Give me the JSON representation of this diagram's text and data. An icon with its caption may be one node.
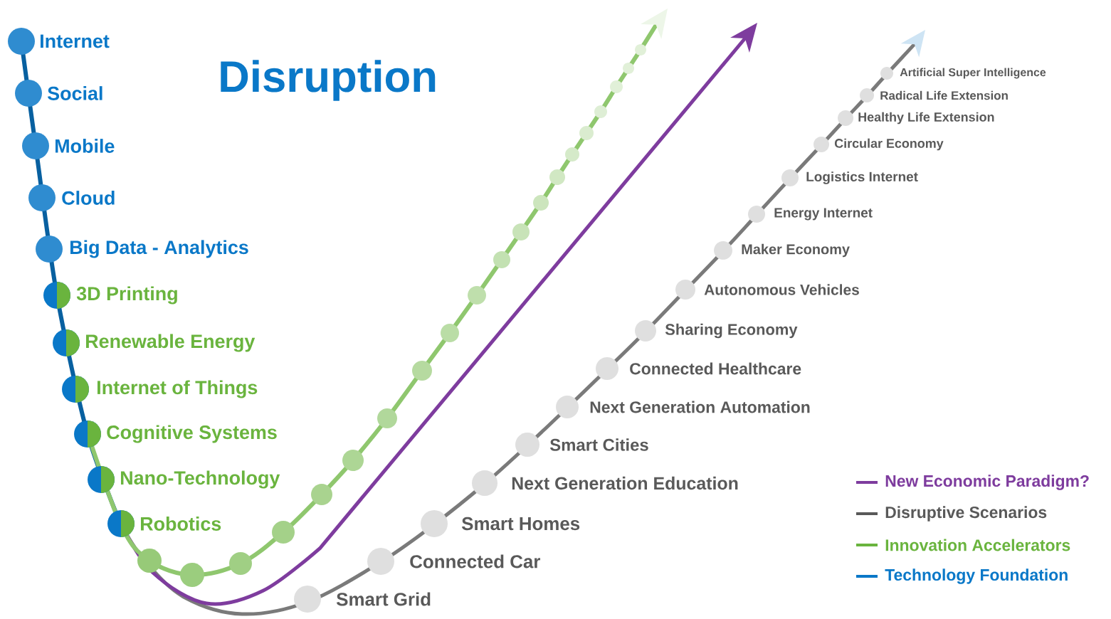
{
  "diagram": {
    "title": "Disruption",
    "labels": [
      "Internet",
      "Social",
      "Mobile",
      "Cloud",
      "Big Data - Analytics",
      "3D Printing",
      "Renewable Energy",
      "Internet of Things",
      "Cognitive Systems",
      "Nano-Technology",
      "Robotics",
      "Smart Grid",
      "Connected Car",
      "Smart Homes",
      "Next Generation Education",
      "Smart Cities",
      "Next Generation Automation",
      "Connected Healthcare",
      "Sharing Economy",
      "Autonomous Vehicles",
      "Maker Economy",
      "Energy Internet",
      "Logistics Internet",
      "Circular  Economy",
      "Healthy Life Extension",
      "Radical Life Extension",
      "Artificial Super Intelligence"
    ],
    "legend": [
      {
        "text": "New Economic Paradigm?",
        "color": "#7e3c9e"
      },
      {
        "text": "Disruptive Scenarios",
        "color": "#595959"
      },
      {
        "text": "Innovation Accelerators",
        "color": "#6ab43e"
      },
      {
        "text": "Technology Foundation",
        "color": "#0a78c8"
      }
    ]
  }
}
